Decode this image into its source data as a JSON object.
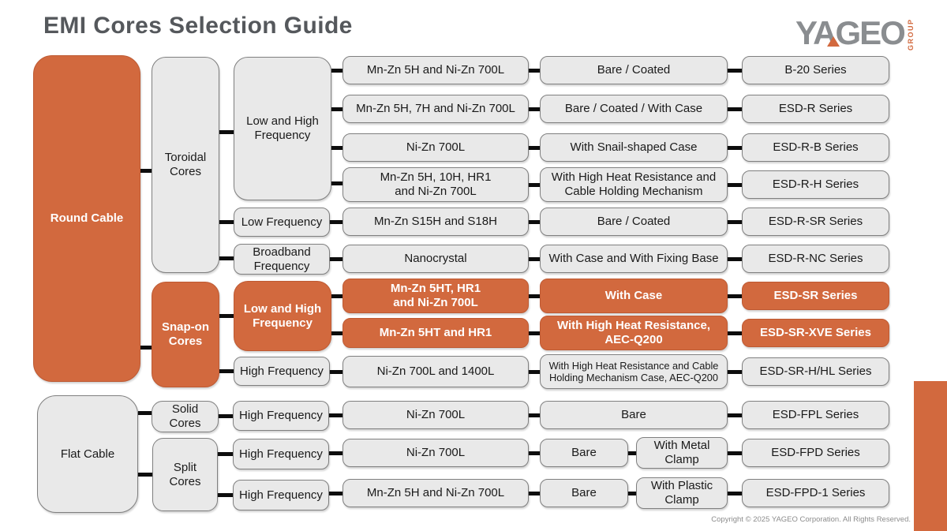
{
  "title": "EMI Cores Selection Guide",
  "logo": {
    "brand": "YAGEO",
    "group": "GROUP"
  },
  "footer": {
    "copyright": "Copyright © 2025 YAGEO Corporation. All Rights Reserved."
  },
  "colors": {
    "accent_orange": "#D2693E",
    "orange_border": "#BE5A33",
    "box_fill": "#E9E9E9",
    "box_border": "#7F7F7F",
    "connector": "#0D0D0D",
    "title": "#55585C",
    "logo_gray": "#8A8D90",
    "copyright_gray": "#8C8C8C"
  },
  "cables": [
    {
      "label": "Round Cable",
      "variant": "orange"
    },
    {
      "label": "Flat Cable",
      "variant": "gray"
    }
  ],
  "cores": [
    {
      "label": "Toroidal\nCores",
      "variant": "gray"
    },
    {
      "label": "Snap-on\nCores",
      "variant": "orange"
    },
    {
      "label": "Solid\nCores",
      "variant": "gray"
    },
    {
      "label": "Split\nCores",
      "variant": "gray"
    }
  ],
  "frequencies": [
    {
      "label": "Low and High\nFrequency",
      "variant": "gray"
    },
    {
      "label": "Low Frequency",
      "variant": "gray"
    },
    {
      "label": "Broadband\nFrequency",
      "variant": "gray"
    },
    {
      "label": "Low and High\nFrequency",
      "variant": "orange"
    },
    {
      "label": "High Frequency",
      "variant": "gray"
    },
    {
      "label": "High Frequency",
      "variant": "gray"
    },
    {
      "label": "High Frequency",
      "variant": "gray"
    },
    {
      "label": "High Frequency",
      "variant": "gray"
    }
  ],
  "rows": [
    {
      "material": "Mn-Zn 5H and Ni-Zn 700L",
      "case": "Bare / Coated",
      "series": "B-20 Series",
      "variant": "gray"
    },
    {
      "material": "Mn-Zn 5H, 7H and Ni-Zn 700L",
      "case": "Bare / Coated / With Case",
      "series": "ESD-R Series",
      "variant": "gray"
    },
    {
      "material": "Ni-Zn 700L",
      "case": "With Snail-shaped Case",
      "series": "ESD-R-B Series",
      "variant": "gray"
    },
    {
      "material": "Mn-Zn 5H, 10H, HR1\nand Ni-Zn 700L",
      "case": "With High Heat Resistance and\nCable Holding Mechanism",
      "series": "ESD-R-H Series",
      "variant": "gray"
    },
    {
      "material": "Mn-Zn S15H and S18H",
      "case": "Bare / Coated",
      "series": "ESD-R-SR Series",
      "variant": "gray"
    },
    {
      "material": "Nanocrystal",
      "case": "With Case and With Fixing Base",
      "series": "ESD-R-NC Series",
      "variant": "gray"
    },
    {
      "material": "Mn-Zn 5HT, HR1\nand Ni-Zn 700L",
      "case": "With Case",
      "series": "ESD-SR Series",
      "variant": "orange"
    },
    {
      "material": "Mn-Zn 5HT and HR1",
      "case": "With High Heat Resistance,\nAEC-Q200",
      "series": "ESD-SR-XVE Series",
      "variant": "orange"
    },
    {
      "material": "Ni-Zn 700L and 1400L",
      "case": "With High Heat Resistance and Cable\nHolding Mechanism Case, AEC-Q200",
      "series": "ESD-SR-H/HL Series",
      "variant": "gray"
    },
    {
      "material": "Ni-Zn 700L",
      "case": "Bare",
      "series": "ESD-FPL Series",
      "variant": "gray"
    },
    {
      "material": "Ni-Zn 700L",
      "case": "Bare",
      "case2": "With Metal\nClamp",
      "series": "ESD-FPD Series",
      "variant": "gray"
    },
    {
      "material": "Mn-Zn 5H and Ni-Zn 700L",
      "case": "Bare",
      "case2": "With Plastic\nClamp",
      "series": "ESD-FPD-1 Series",
      "variant": "gray"
    }
  ]
}
